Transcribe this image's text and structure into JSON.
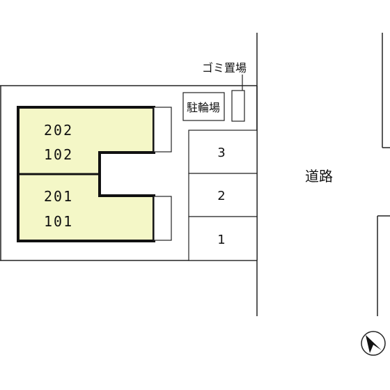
{
  "map": {
    "building": {
      "units_top": [
        "202",
        "102"
      ],
      "units_bottom": [
        "201",
        "101"
      ],
      "fill_color": "#f4f7c7",
      "outline_color": "#111111"
    },
    "labels": {
      "bicycle_parking": "駐輪場",
      "garbage_area": "ゴミ置場",
      "road": "道路"
    },
    "parking_spaces": [
      "3",
      "2",
      "1"
    ],
    "icons": {
      "north_arrow": "north-arrow-icon"
    }
  }
}
